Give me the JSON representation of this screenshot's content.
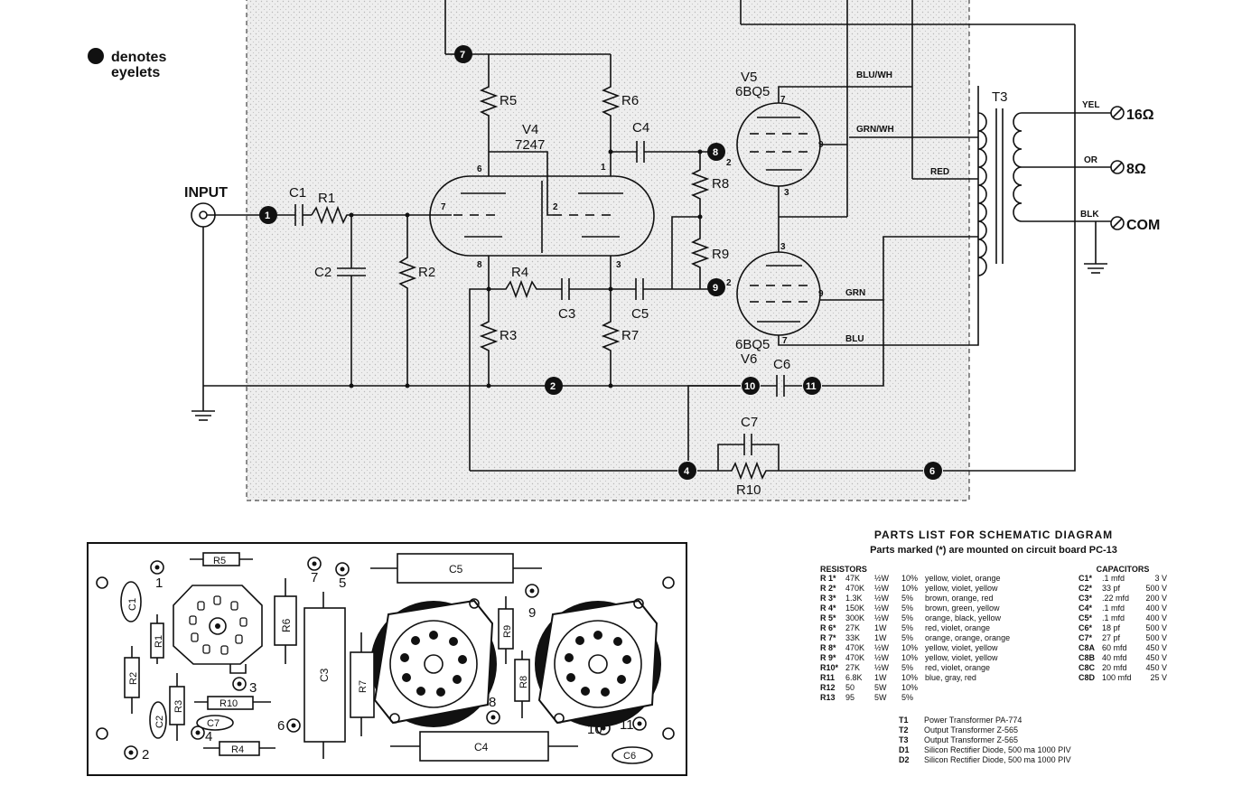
{
  "legend": {
    "line1": "denotes",
    "line2": "eyelets"
  },
  "schematic": {
    "input_label": "INPUT",
    "tubes": [
      {
        "ref": "V4",
        "type": "7247"
      },
      {
        "ref": "V5",
        "type": "6BQ5"
      },
      {
        "ref": "V6",
        "type": "6BQ5"
      }
    ],
    "transformer": "T3",
    "resistors": [
      "R1",
      "R2",
      "R3",
      "R4",
      "R5",
      "R6",
      "R7",
      "R8",
      "R9",
      "R10"
    ],
    "capacitors": [
      "C1",
      "C2",
      "C3",
      "C4",
      "C5",
      "C6",
      "C7"
    ],
    "wires": [
      "BLU/WH",
      "GRN/WH",
      "RED",
      "GRN",
      "BLU",
      "YEL",
      "OR",
      "BLK"
    ],
    "outputs": [
      "16Ω",
      "8Ω",
      "COM"
    ],
    "nodes": [
      "1",
      "2",
      "4",
      "6",
      "7",
      "8",
      "9",
      "10",
      "11"
    ],
    "pins": [
      "7",
      "6",
      "8",
      "2",
      "1",
      "3",
      "2",
      "9",
      "3",
      "2",
      "9",
      "7",
      "3"
    ]
  },
  "board": {
    "labels": [
      "R5",
      "C5",
      "C1",
      "R1",
      "R6",
      "C3",
      "R9",
      "R2",
      "C2",
      "R3",
      "R10",
      "C7",
      "R7",
      "R8",
      "R4",
      "C4",
      "C6"
    ],
    "eyelets": [
      "1",
      "7",
      "5",
      "9",
      "3",
      "4",
      "6",
      "8",
      "10",
      "11",
      "2"
    ]
  },
  "parts_list": {
    "title": "PARTS LIST FOR SCHEMATIC DIAGRAM",
    "subtitle": "Parts marked (*) are mounted on circuit board PC-13",
    "resistors_header": "RESISTORS",
    "capacitors_header": "CAPACITORS",
    "resistors": [
      {
        "id": "R 1*",
        "value": "47K",
        "watt": "½W",
        "tol": "10%",
        "color": "yellow, violet, orange"
      },
      {
        "id": "R 2*",
        "value": "470K",
        "watt": "½W",
        "tol": "10%",
        "color": "yellow, violet, yellow"
      },
      {
        "id": "R 3*",
        "value": "1.3K",
        "watt": "½W",
        "tol": "5%",
        "color": "brown, orange, red"
      },
      {
        "id": "R 4*",
        "value": "150K",
        "watt": "½W",
        "tol": "5%",
        "color": "brown, green, yellow"
      },
      {
        "id": "R 5*",
        "value": "300K",
        "watt": "½W",
        "tol": "5%",
        "color": "orange, black, yellow"
      },
      {
        "id": "R 6*",
        "value": "27K",
        "watt": "1W",
        "tol": "5%",
        "color": "red, violet, orange"
      },
      {
        "id": "R 7*",
        "value": "33K",
        "watt": "1W",
        "tol": "5%",
        "color": "orange, orange, orange"
      },
      {
        "id": "R 8*",
        "value": "470K",
        "watt": "½W",
        "tol": "10%",
        "color": "yellow, violet, yellow"
      },
      {
        "id": "R 9*",
        "value": "470K",
        "watt": "½W",
        "tol": "10%",
        "color": "yellow, violet, yellow"
      },
      {
        "id": "R10*",
        "value": "27K",
        "watt": "½W",
        "tol": "5%",
        "color": "red, violet, orange"
      },
      {
        "id": "R11",
        "value": "6.8K",
        "watt": "1W",
        "tol": "10%",
        "color": "blue, gray, red"
      },
      {
        "id": "R12",
        "value": "50",
        "watt": "5W",
        "tol": "10%",
        "color": ""
      },
      {
        "id": "R13",
        "value": "95",
        "watt": "5W",
        "tol": "5%",
        "color": ""
      }
    ],
    "capacitors": [
      {
        "id": "C1*",
        "value": ".1 mfd",
        "volt": "3 V"
      },
      {
        "id": "C2*",
        "value": "33 pf",
        "volt": "500 V"
      },
      {
        "id": "C3*",
        "value": ".22 mfd",
        "volt": "200 V"
      },
      {
        "id": "C4*",
        "value": ".1 mfd",
        "volt": "400 V"
      },
      {
        "id": "C5*",
        "value": ".1 mfd",
        "volt": "400 V"
      },
      {
        "id": "C6*",
        "value": "18 pf",
        "volt": "500 V"
      },
      {
        "id": "C7*",
        "value": "27 pf",
        "volt": "500 V"
      },
      {
        "id": "C8A",
        "value": "60 mfd",
        "volt": "450 V"
      },
      {
        "id": "C8B",
        "value": "40 mfd",
        "volt": "450 V"
      },
      {
        "id": "C8C",
        "value": "20 mfd",
        "volt": "450 V"
      },
      {
        "id": "C8D",
        "value": "100 mfd",
        "volt": "25 V"
      }
    ],
    "misc": [
      {
        "id": "T1",
        "desc": "Power Transformer PA-774"
      },
      {
        "id": "T2",
        "desc": "Output Transformer Z-565"
      },
      {
        "id": "T3",
        "desc": "Output Transformer Z-565"
      },
      {
        "id": "D1",
        "desc": "Silicon Rectifier Diode, 500 ma 1000 PIV"
      },
      {
        "id": "D2",
        "desc": "Silicon Rectifier Diode, 500 ma 1000 PIV"
      }
    ]
  }
}
